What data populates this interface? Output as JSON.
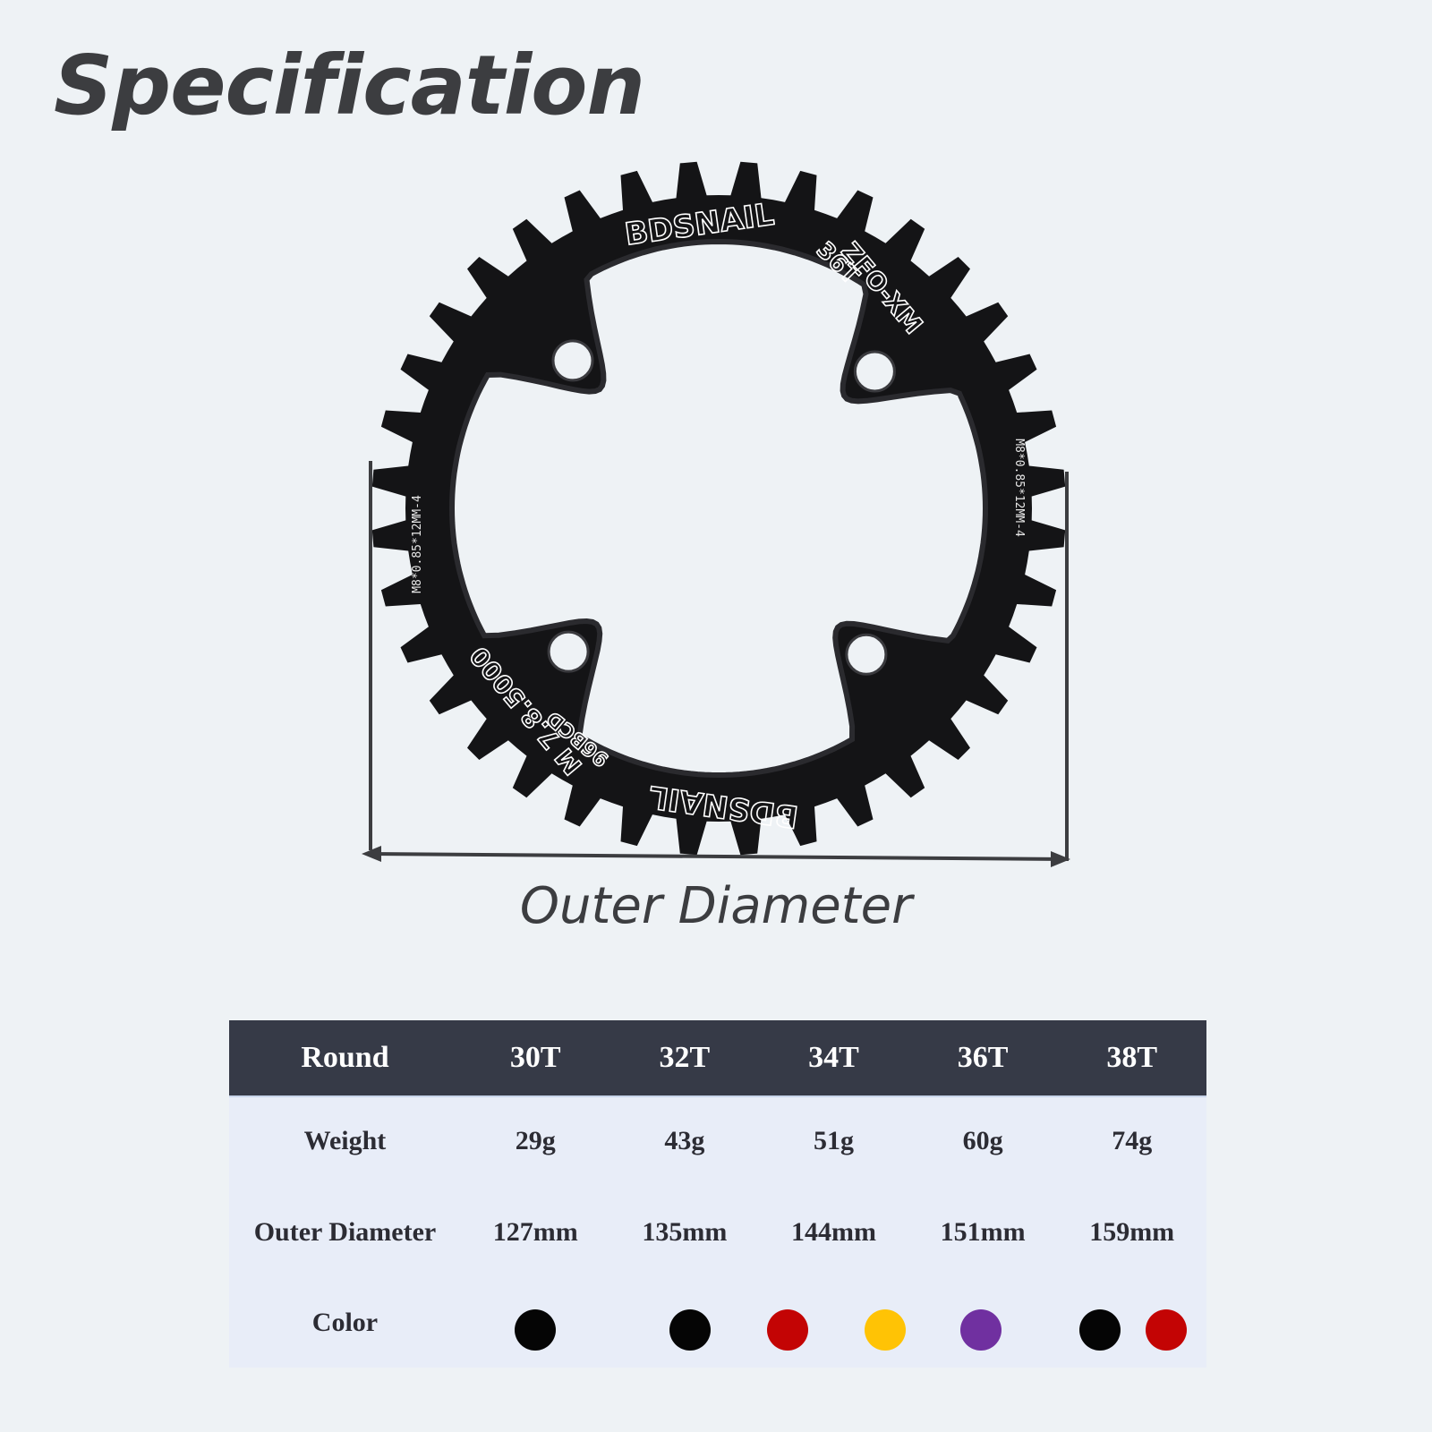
{
  "page": {
    "title": "Specification",
    "dimension_label": "Outer Diameter"
  },
  "chainring": {
    "brand": "BDSNAIL",
    "model": "ZFO-XM",
    "teeth_label": "36T",
    "bolt_spec": "M8*0.85*12MM-4",
    "bcd_label": "96BCD",
    "compat_label": "M 7.8.5000",
    "color": "#141416",
    "teeth_count": 36
  },
  "table": {
    "header": [
      "Round",
      "30T",
      "32T",
      "34T",
      "36T",
      "38T"
    ],
    "rows": [
      {
        "label": "Weight",
        "values": [
          "29g",
          "43g",
          "51g",
          "60g",
          "74g"
        ]
      },
      {
        "label": "Outer Diameter",
        "values": [
          "127mm",
          "135mm",
          "144mm",
          "151mm",
          "159mm"
        ]
      },
      {
        "label": "Color",
        "values": []
      }
    ],
    "color_swatches": [
      "#050505",
      "#050505",
      "#c30404",
      "#ffc305",
      "#7030a0",
      "#050505",
      "#c30404"
    ]
  },
  "colors": {
    "background": "#eef2f5",
    "header_bg": "#363a47",
    "body_bg": "#e8edf8",
    "text_dark": "#3c3d40"
  }
}
